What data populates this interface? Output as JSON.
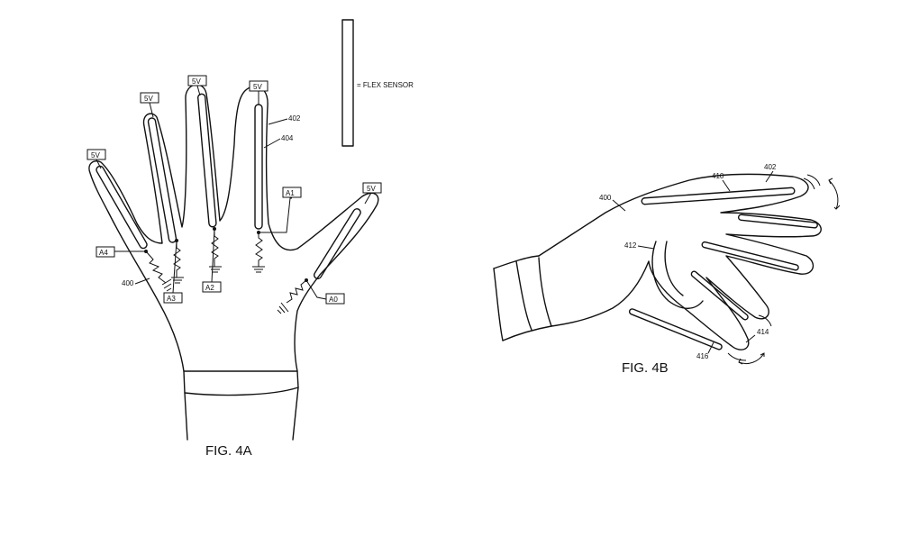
{
  "legend": {
    "text": "= FLEX SENSOR"
  },
  "fig4a": {
    "caption": "FIG. 4A",
    "voltage_labels": [
      "5V",
      "5V",
      "5V",
      "5V",
      "5V"
    ],
    "analog_labels": {
      "a0": "A0",
      "a1": "A1",
      "a2": "A2",
      "a3": "A3",
      "a4": "A4"
    },
    "refs": {
      "glove": "400",
      "outline": "402",
      "sensor": "404"
    }
  },
  "fig4b": {
    "caption": "FIG. 4B",
    "refs": {
      "glove": "400",
      "r402": "402",
      "r410": "410",
      "r412": "412",
      "r414": "414",
      "r416": "416"
    }
  }
}
